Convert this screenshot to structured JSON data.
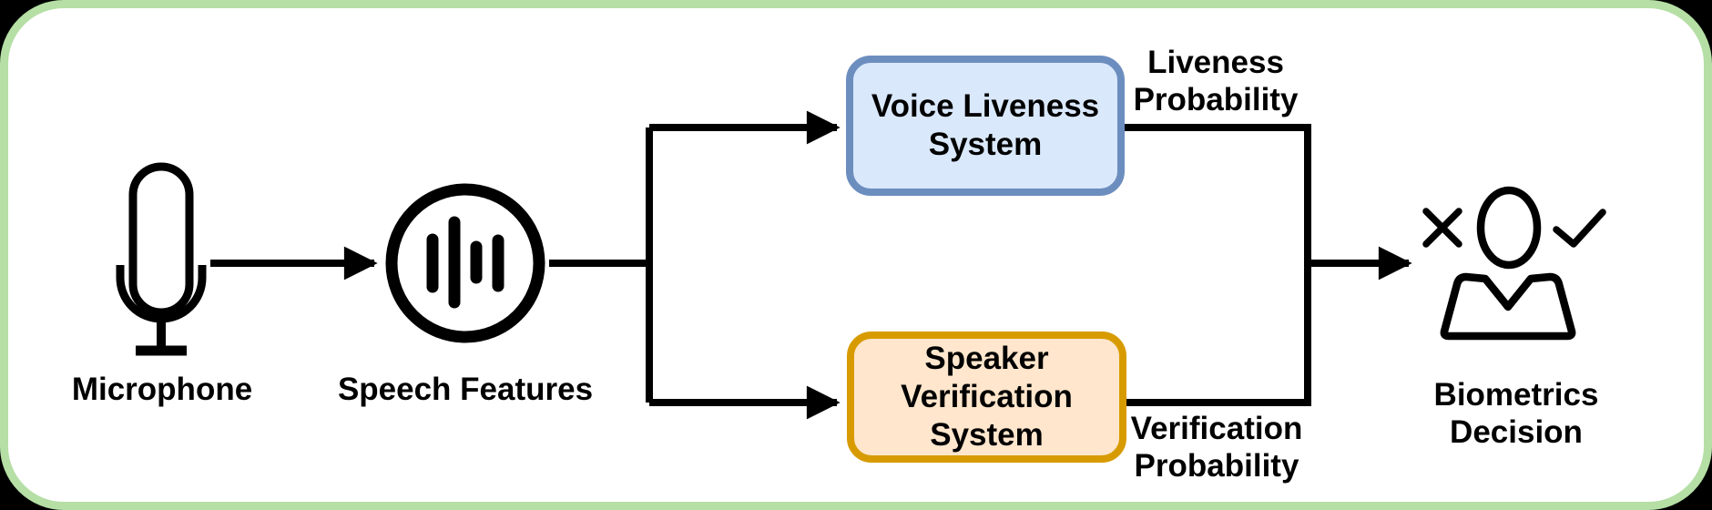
{
  "diagram": {
    "nodes": {
      "microphone": {
        "label": "Microphone",
        "icon": "microphone-icon"
      },
      "speech_features": {
        "label": "Speech Features",
        "icon": "speech-waveform-icon"
      },
      "voice_liveness": {
        "label": "Voice Liveness\nSystem",
        "fill": "#dae8fc",
        "border": "#6c8ebf"
      },
      "speaker_verification": {
        "label": "Speaker\nVerification\nSystem",
        "fill": "#ffe6cc",
        "border": "#d79b00"
      },
      "biometrics_decision": {
        "label": "Biometrics Decision",
        "icon": "person-decision-icon"
      }
    },
    "edge_labels": {
      "liveness_probability": "Liveness\nProbability",
      "verification_probability": "Verification\nProbability"
    },
    "colors": {
      "frame_border": "#b5dfa5",
      "canvas_background": "#ffffff",
      "outside_background": "#000000",
      "wire": "#000000",
      "text": "#000000"
    }
  }
}
